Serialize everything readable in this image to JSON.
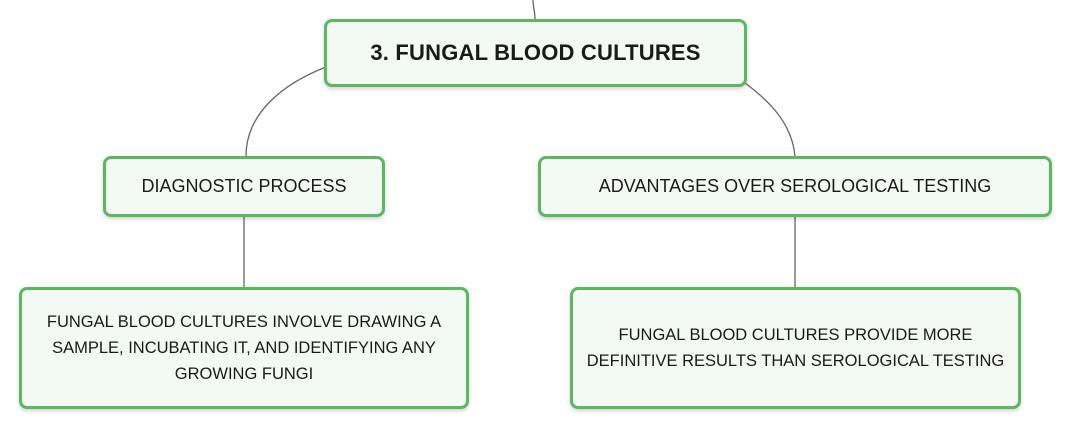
{
  "diagram": {
    "root": {
      "label": "3. FUNGAL BLOOD CULTURES"
    },
    "branches": [
      {
        "label": "DIAGNOSTIC PROCESS",
        "detail": "FUNGAL BLOOD CULTURES INVOLVE DRAWING A SAMPLE, INCUBATING IT, AND IDENTIFYING ANY GROWING FUNGI"
      },
      {
        "label": "ADVANTAGES OVER SEROLOGICAL TESTING",
        "detail": "FUNGAL BLOOD CULTURES PROVIDE MORE DEFINITIVE RESULTS THAN SEROLOGICAL TESTING"
      }
    ]
  },
  "colors": {
    "node_border": "#5bb85f",
    "node_fill": "#f3faf4",
    "connector": "#666666"
  }
}
